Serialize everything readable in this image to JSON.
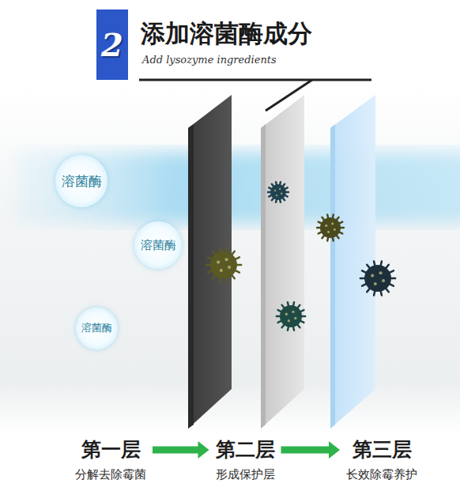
{
  "diagram": {
    "title": "添加溶菌酶成分",
    "nodes": [
      {
        "text": [
          "2"
        ]
      },
      {
        "text": [
          "溶菌酶"
        ]
      },
      {
        "text": [
          "溶菌酶"
        ]
      },
      {
        "text": [
          "溶菌酶"
        ]
      },
      {
        "text": [
          "第一层",
          "分解去除霉菌"
        ]
      },
      {
        "text": [
          "第二层",
          "形成保护层"
        ]
      },
      {
        "text": [
          "第三层",
          "长效除霉养护"
        ]
      }
    ],
    "edges": [
      {
        "from": 4,
        "to": 5,
        "arrow": "to"
      },
      {
        "from": 5,
        "to": 6,
        "arrow": "to"
      }
    ],
    "labels": [
      "Add lysozyme ingredients"
    ]
  }
}
